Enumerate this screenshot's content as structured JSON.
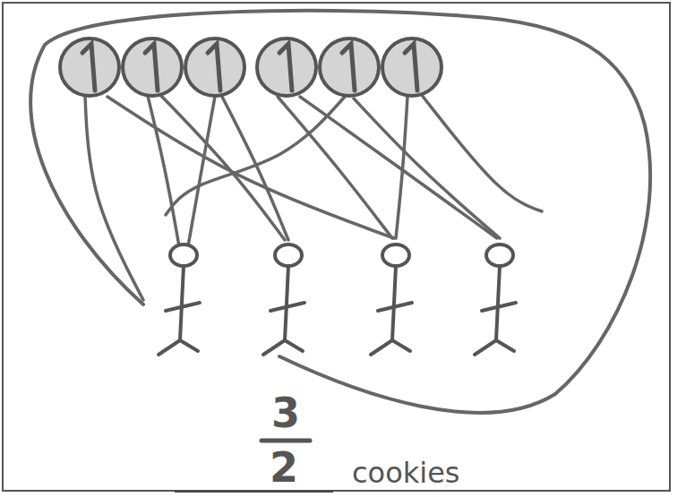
{
  "diagram": {
    "labels": [
      "3",
      "2",
      "cookies"
    ]
  }
}
